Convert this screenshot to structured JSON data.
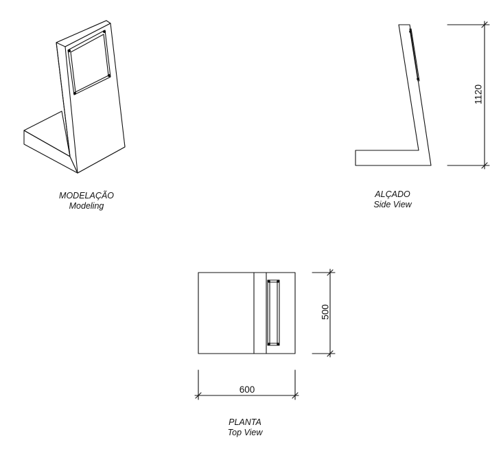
{
  "views": {
    "modeling": {
      "title": "MODELAÇÃO",
      "subtitle": "Modeling"
    },
    "side": {
      "title": "ALÇADO",
      "subtitle": "Side View"
    },
    "top": {
      "title": "PLANTA",
      "subtitle": "Top View"
    }
  },
  "dimensions": {
    "height": "1120",
    "depth": "500",
    "width": "600"
  },
  "colors": {
    "line": "#111111",
    "background": "#ffffff"
  }
}
